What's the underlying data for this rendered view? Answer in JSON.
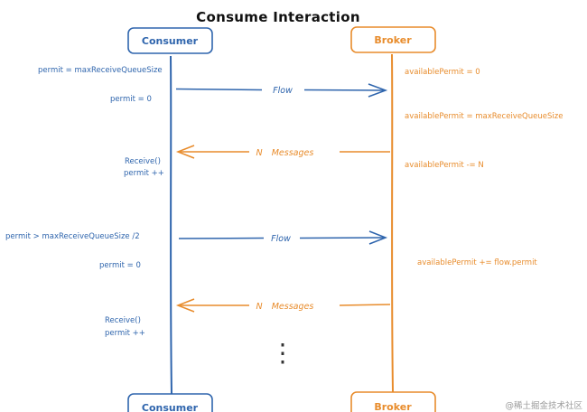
{
  "title": "Consume Interaction",
  "colors": {
    "consumer": "#2f65ad",
    "broker": "#e88c2c",
    "text": "#111111",
    "watermark": "#9a9a9a",
    "background": "#ffffff"
  },
  "participants": {
    "consumer": {
      "label": "Consumer"
    },
    "broker": {
      "label": "Broker"
    }
  },
  "consumer_notes": [
    "permit = maxReceiveQueueSize",
    "permit = 0",
    "Receive()",
    "permit ++",
    "permit > maxReceiveQueueSize /2",
    "permit = 0",
    "Receive()",
    "permit ++"
  ],
  "broker_notes": [
    "availablePermit = 0",
    "availablePermit = maxReceiveQueueSize",
    "availablePermit -= N",
    "availablePermit += flow.permit"
  ],
  "messages": [
    {
      "from": "consumer",
      "to": "broker",
      "label": "Flow"
    },
    {
      "from": "broker",
      "to": "consumer",
      "label_n": "N",
      "label": "Messages"
    },
    {
      "from": "consumer",
      "to": "broker",
      "label": "Flow"
    },
    {
      "from": "broker",
      "to": "consumer",
      "label_n": "N",
      "label": "Messages"
    }
  ],
  "continuation": "⋮",
  "watermark": "@稀土掘金技术社区",
  "icons": {
    "flow_arrow": "arrow-right-icon",
    "messages_arrow": "arrow-left-icon"
  }
}
